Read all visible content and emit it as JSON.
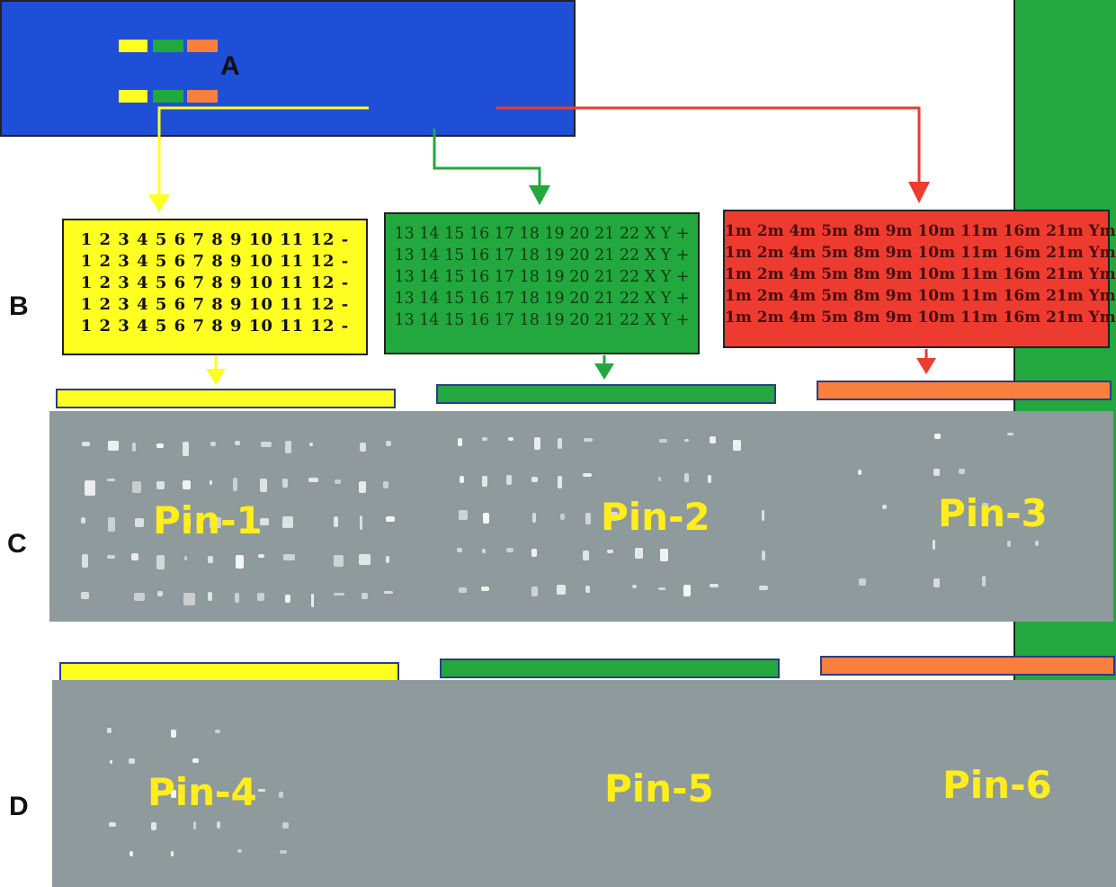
{
  "panels": {
    "a": "A",
    "b": "B",
    "c": "C",
    "d": "D"
  },
  "colors": {
    "slide_blue": "#1f4fd6",
    "slide_green": "#22a83e",
    "yellow": "#ffff22",
    "green": "#22a83e",
    "red": "#ee3b30",
    "orange": "#fb7f3c",
    "array_gray": "#8f9a9c",
    "pin_label": "#ffee1c"
  },
  "box_yellow": {
    "rows": [
      "1 2 3 4 5 6 7 8 9 10 11 12 -",
      "1 2 3 4 5 6 7 8 9 10 11 12 -",
      "1 2 3 4 5 6 7 8 9 10 11 12 -",
      "1 2 3 4 5 6 7 8 9 10 11 12 -",
      "1 2 3 4 5 6 7 8 9 10 11 12 -"
    ]
  },
  "box_green": {
    "rows": [
      "13 14 15 16 17 18 19 20 21 22 X Y +",
      "13 14 15 16 17 18 19 20 21 22 X Y +",
      "13 14 15 16 17 18 19 20 21 22 X Y +",
      "13 14 15 16 17 18 19 20 21 22 X Y +",
      "13 14 15 16 17 18 19 20 21 22 X Y +"
    ]
  },
  "box_red": {
    "rows": [
      "1m 2m 4m 5m 8m 9m 10m 11m 16m 21m Ym",
      "1m 2m 4m 5m 8m 9m 10m 11m 16m 21m Ym",
      "1m 2m 4m 5m 8m 9m 10m 11m 16m 21m Ym",
      "1m 2m 4m 5m 8m 9m 10m 11m 16m 21m Ym",
      "1m 2m 4m 5m 8m 9m 10m 11m 16m 21m Ym"
    ]
  },
  "pins": {
    "p1": "Pin-1",
    "p2": "Pin-2",
    "p3": "Pin-3",
    "p4": "Pin-4",
    "p5": "Pin-5",
    "p6": "Pin-6"
  }
}
